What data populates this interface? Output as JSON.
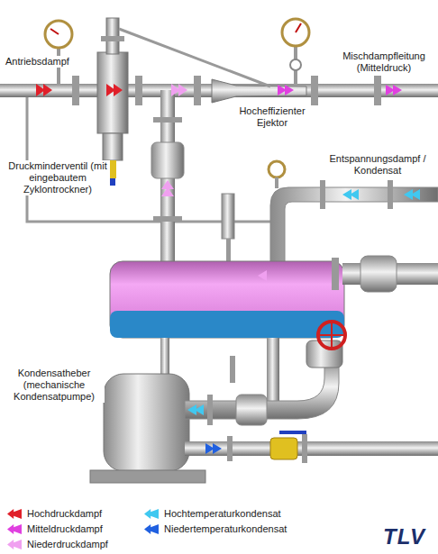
{
  "diagram": {
    "labels": [
      "Antriebsdampf",
      "Mischdampfleitung (Mitteldruck)",
      "Hocheffizienter Ejektor",
      "Druckminderventil (mit eingebautem Zyklontrockner)",
      "Entspannungsdampf / Kondensat",
      "Kondensatheber (mechanische Kondensatpumpe)",
      "TLV"
    ],
    "legend": [
      {
        "text": "Hochdruckdampf",
        "color": "#e0202a"
      },
      {
        "text": "Mitteldruckdampf",
        "color": "#e040e0"
      },
      {
        "text": "Niederdruckdampf",
        "color": "#f0a0f0"
      },
      {
        "text": "Hochtemperaturkondensat",
        "color": "#40c8f0"
      },
      {
        "text": "Niedertemperaturkondensat",
        "color": "#2060e0"
      }
    ]
  }
}
